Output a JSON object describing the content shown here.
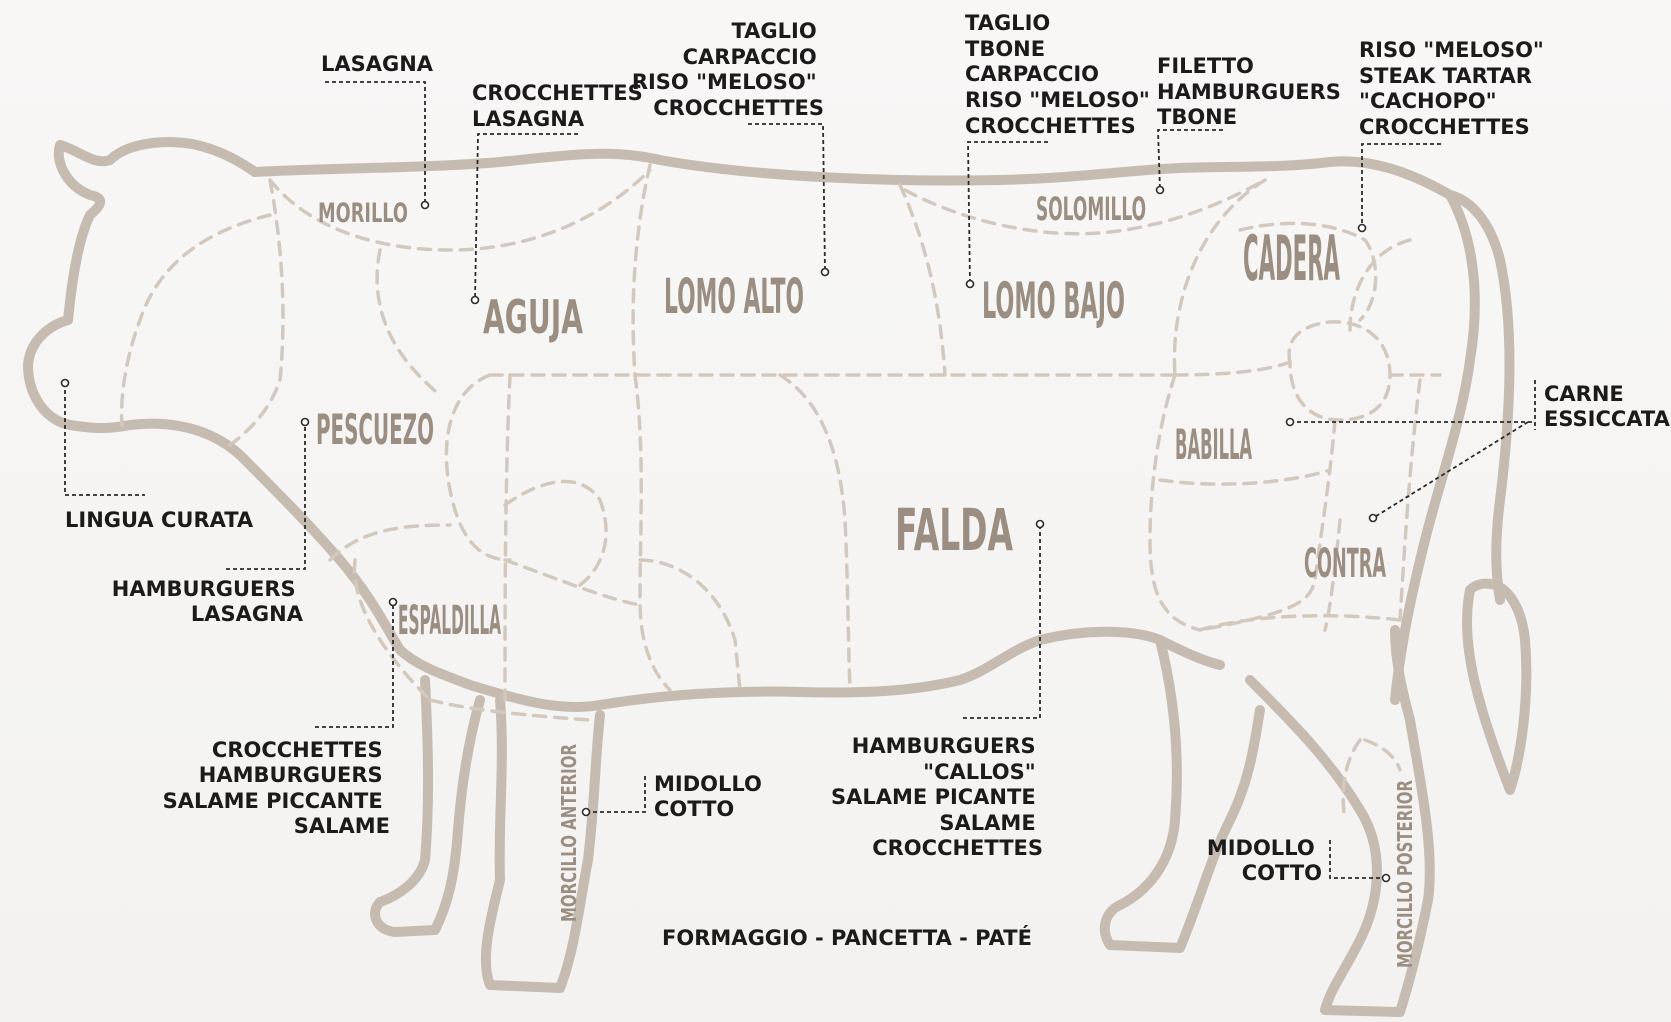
{
  "cuts": {
    "morillo": "MORILLO",
    "aguja": "AGUJA",
    "lomo_alto": "LOMO ALTO",
    "solomillo": "SOLOMILLO",
    "lomo_bajo": "LOMO BAJO",
    "cadera": "CADERA",
    "pescuezo": "PESCUEZO",
    "babilla": "BABILLA",
    "falda": "FALDA",
    "contra": "CONTRA",
    "espaldilla": "ESPALDILLA",
    "morcillo_anterior": "MORCILLO ANTERIOR",
    "morcillo_posterior": "MORCILLO POSTERIOR"
  },
  "uses": {
    "lasagna": [
      "LASAGNA"
    ],
    "aguja": [
      "CROCCHETTES",
      "LASAGNA"
    ],
    "lomo_alto": [
      "TAGLIO",
      "CARPACCIO",
      "RISO \"MELOSO\"",
      "CROCCHETTES"
    ],
    "lomo_bajo": [
      "TAGLIO",
      "TBONE",
      "CARPACCIO",
      "RISO \"MELOSO\"",
      "CROCCHETTES"
    ],
    "solomillo": [
      "FILETTO",
      "HAMBURGUERS",
      "TBONE"
    ],
    "cadera": [
      "RISO \"MELOSO\"",
      "STEAK TARTAR",
      "\"CACHOPO\"",
      "CROCCHETTES"
    ],
    "babilla_contra": [
      "CARNE",
      "ESSICCATA"
    ],
    "lengua": [
      "LINGUA CURATA"
    ],
    "pescuezo": [
      "HAMBURGUERS",
      "LASAGNA"
    ],
    "espaldilla": [
      "CROCCHETTES",
      "HAMBURGUERS",
      "SALAME PICCANTE",
      "SALAME"
    ],
    "morcillo_anterior": [
      "MIDOLLO",
      "COTTO"
    ],
    "falda": [
      "HAMBURGUERS",
      "\"CALLOS\"",
      "SALAME PICANTE",
      "SALAME",
      "CROCCHETTES"
    ],
    "morcillo_posterior": [
      "MIDOLLO",
      "COTTO"
    ]
  },
  "footer": "FORMAGGIO - PANCETTA - PATÉ",
  "colors": {
    "outline": "#c6bbb1",
    "cut_lines": "#d3c8be",
    "cut_names": "#9a8d82",
    "labels": "#1b1b1b",
    "background": "#f7f6f5"
  }
}
